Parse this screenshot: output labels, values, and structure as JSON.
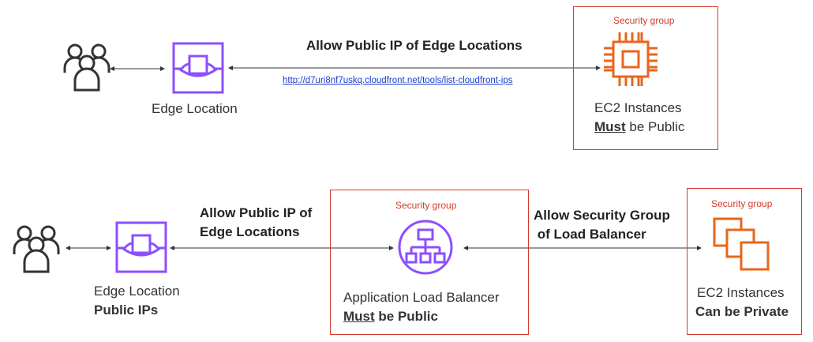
{
  "top_row": {
    "arrow_label": "Allow Public IP of Edge Locations",
    "link_text": "http://d7uri8nf7uskq.cloudfront.net/tools/list-cloudfront-ips",
    "edge_caption": "Edge Location",
    "ec2": {
      "security_group": "Security group",
      "line1": "EC2 Instances",
      "must": "Must",
      "rest": " be Public"
    }
  },
  "bottom_row": {
    "arrow_label_1_line1": "Allow Public IP of",
    "arrow_label_1_line2": "Edge Locations",
    "arrow_label_2_line1": "Allow Security Group",
    "arrow_label_2_line2": " of Load Balancer",
    "edge_caption_line1": "Edge Location",
    "edge_caption_line2": "Public IPs",
    "alb": {
      "security_group": "Security group",
      "line1": "Application Load Balancer",
      "must": "Must",
      "rest": " be Public"
    },
    "ec2": {
      "security_group": "Security group",
      "line1": "EC2 Instances",
      "line2": "Can be Private"
    }
  },
  "colors": {
    "security_group": "#d63a2c",
    "cloudfront": "#8c4fff",
    "ec2": "#e8661c",
    "link": "#1a3fd1"
  }
}
